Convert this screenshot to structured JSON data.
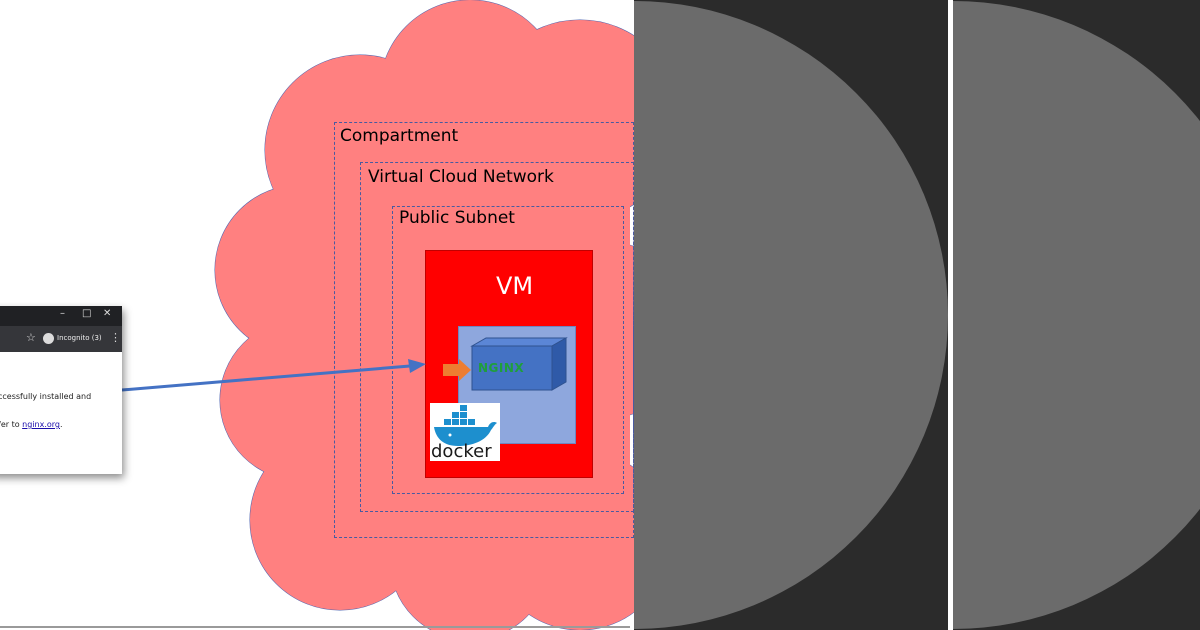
{
  "diagram": {
    "compartment_label": "Compartment",
    "vcn_label": "Virtual Cloud Network",
    "subnet_label": "Public Subnet",
    "vm_label": "VM",
    "nginx_label": "NGINX",
    "docker_label": "docker"
  },
  "browser": {
    "incognito_label": "Incognito (3)",
    "line1": "ccessfully installed and",
    "line2_prefix": "fer to ",
    "line2_link": "nginx.org",
    "line2_suffix": "."
  },
  "icons": [
    "star-icon",
    "incognito-icon",
    "more-menu-icon",
    "minimize-icon",
    "maximize-icon",
    "close-icon",
    "arrow-icon",
    "docker-whale-icon"
  ],
  "colors": {
    "cloud": "#ff8080",
    "vm": "#ff0000",
    "container_box": "#8ea7dd",
    "nginx_box": "#4472c4",
    "nginx_text": "#1f9f3a",
    "arrow": "#4472c4",
    "docker_blue": "#1d8fce",
    "dashed_border": "#4a5aa0",
    "dark_panel": "#2b2b2b",
    "disc": "#6b6b6b"
  }
}
